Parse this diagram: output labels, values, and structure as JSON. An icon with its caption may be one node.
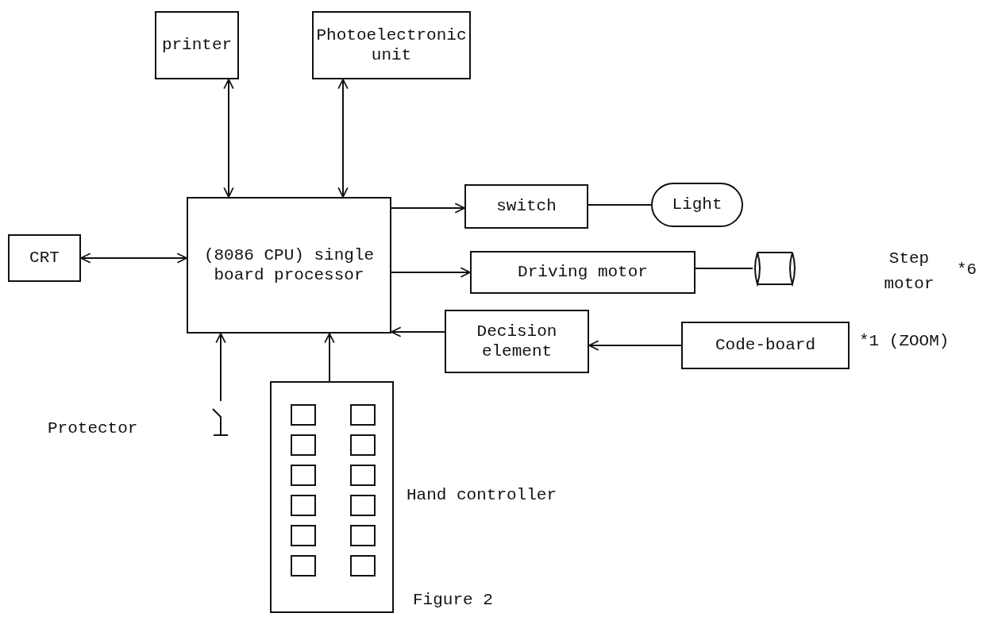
{
  "diagram": {
    "caption": "Figure 2",
    "nodes": [
      {
        "text": [
          "printer"
        ]
      },
      {
        "text": [
          "Photoelectronic unit"
        ]
      },
      {
        "text": [
          "(8086 CPU) single board processor"
        ]
      },
      {
        "text": [
          "CRT"
        ]
      },
      {
        "text": [
          "switch"
        ]
      },
      {
        "text": [
          "Light"
        ]
      },
      {
        "text": [
          "Driving motor"
        ]
      },
      {
        "text": [],
        "shape": "cylinder",
        "beside": [
          "Step motor",
          "*6"
        ]
      },
      {
        "text": [
          "Decision element"
        ]
      },
      {
        "text": [
          "Code-board"
        ],
        "beside": [
          "*1 (ZOOM)"
        ]
      },
      {
        "text": [
          "Protector"
        ]
      },
      {
        "text": [],
        "shape": "box",
        "beside": [
          "Hand controller"
        ]
      }
    ],
    "edges": [
      {
        "from": 0,
        "to": 2,
        "arrow": "both"
      },
      {
        "from": 1,
        "to": 2,
        "arrow": "both"
      },
      {
        "from": 3,
        "to": 2,
        "arrow": "both"
      },
      {
        "from": 2,
        "to": 4,
        "arrow": "to"
      },
      {
        "from": 2,
        "to": 6,
        "arrow": "to"
      },
      {
        "from": 8,
        "to": 2,
        "arrow": "to"
      },
      {
        "from": 9,
        "to": 8,
        "arrow": "to"
      },
      {
        "from": 4,
        "to": 5,
        "arrow": "none"
      },
      {
        "from": 6,
        "to": 7,
        "arrow": "none"
      },
      {
        "from": 10,
        "to": 2,
        "arrow": "to"
      },
      {
        "from": 11,
        "to": 2,
        "arrow": "to"
      }
    ]
  }
}
